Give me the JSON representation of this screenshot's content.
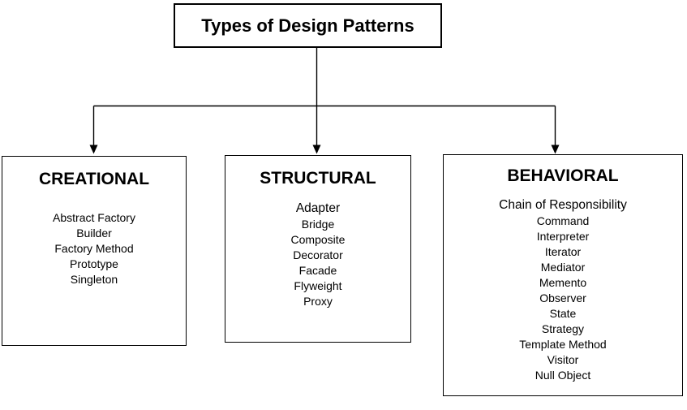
{
  "diagram": {
    "title": "Types of Design Patterns",
    "categories": [
      {
        "name": "CREATIONAL",
        "items": [
          "Abstract Factory",
          "Builder",
          "Factory Method",
          "Prototype",
          "Singleton"
        ]
      },
      {
        "name": "STRUCTURAL",
        "items": [
          "Adapter",
          "Bridge",
          "Composite",
          "Decorator",
          "Facade",
          "Flyweight",
          "Proxy"
        ]
      },
      {
        "name": "BEHAVIORAL",
        "items": [
          "Chain of Responsibility",
          "Command",
          "Interpreter",
          "Iterator",
          "Mediator",
          "Memento",
          "Observer",
          "State",
          "Strategy",
          "Template Method",
          "Visitor",
          "Null Object"
        ]
      }
    ],
    "colors": {
      "line": "#000000",
      "background": "#ffffff",
      "text": "#000000"
    }
  }
}
